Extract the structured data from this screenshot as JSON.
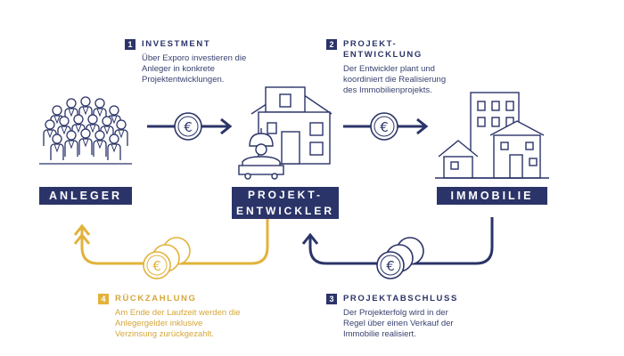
{
  "steps": [
    {
      "number": "1",
      "title": "INVESTMENT",
      "text": "Über Exporo investieren die Anleger in konkrete Projektentwicklungen."
    },
    {
      "number": "2",
      "title": "PROJEKT-ENTWICKLUNG",
      "text": "Der Entwickler plant und koordiniert die Realisierung des Immobilienprojekts."
    },
    {
      "number": "3",
      "title": "PROJEKTABSCHLUSS",
      "text": "Der Projekterfolg wird in der Regel über einen Verkauf der Immobilie realisiert."
    },
    {
      "number": "4",
      "title": "RÜCKZAHLUNG",
      "text": "Am Ende der Laufzeit werden die Anlegergelder inklusive Verzinsung zurückgezahlt."
    }
  ],
  "nodes": {
    "anleger": "ANLEGER",
    "projektentwickler_line1": "PROJEKT-",
    "projektentwickler_line2": "ENTWICKLER",
    "immobilie": "IMMOBILIE"
  },
  "colors": {
    "navy": "#2b3468",
    "gold": "#e2b23b",
    "white": "#ffffff"
  }
}
